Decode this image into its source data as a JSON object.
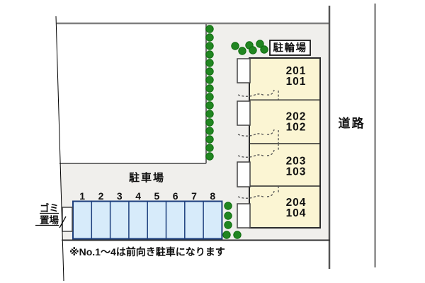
{
  "labels": {
    "road": "道路",
    "parking": "駐車場",
    "bicycle_parking": "駐輪場",
    "garbage_line1": "ゴミ",
    "garbage_line2": "置場",
    "note": "※No.1～4は前向き駐車になります"
  },
  "building": {
    "units": [
      {
        "upper": "201",
        "lower": "101"
      },
      {
        "upper": "202",
        "lower": "102"
      },
      {
        "upper": "203",
        "lower": "103"
      },
      {
        "upper": "204",
        "lower": "104"
      }
    ]
  },
  "parking": {
    "stalls": [
      "1",
      "2",
      "3",
      "4",
      "5",
      "6",
      "7",
      "8"
    ]
  },
  "colors": {
    "site_fill": "#F0EFEC",
    "building_fill": "#FBF5D3",
    "stall_fill": "#D7EBFA",
    "stall_border": "#1D3F7D",
    "tree_green": "#218621",
    "line_gray": "#7F7F7F",
    "line_dark": "#2B2B2B"
  }
}
